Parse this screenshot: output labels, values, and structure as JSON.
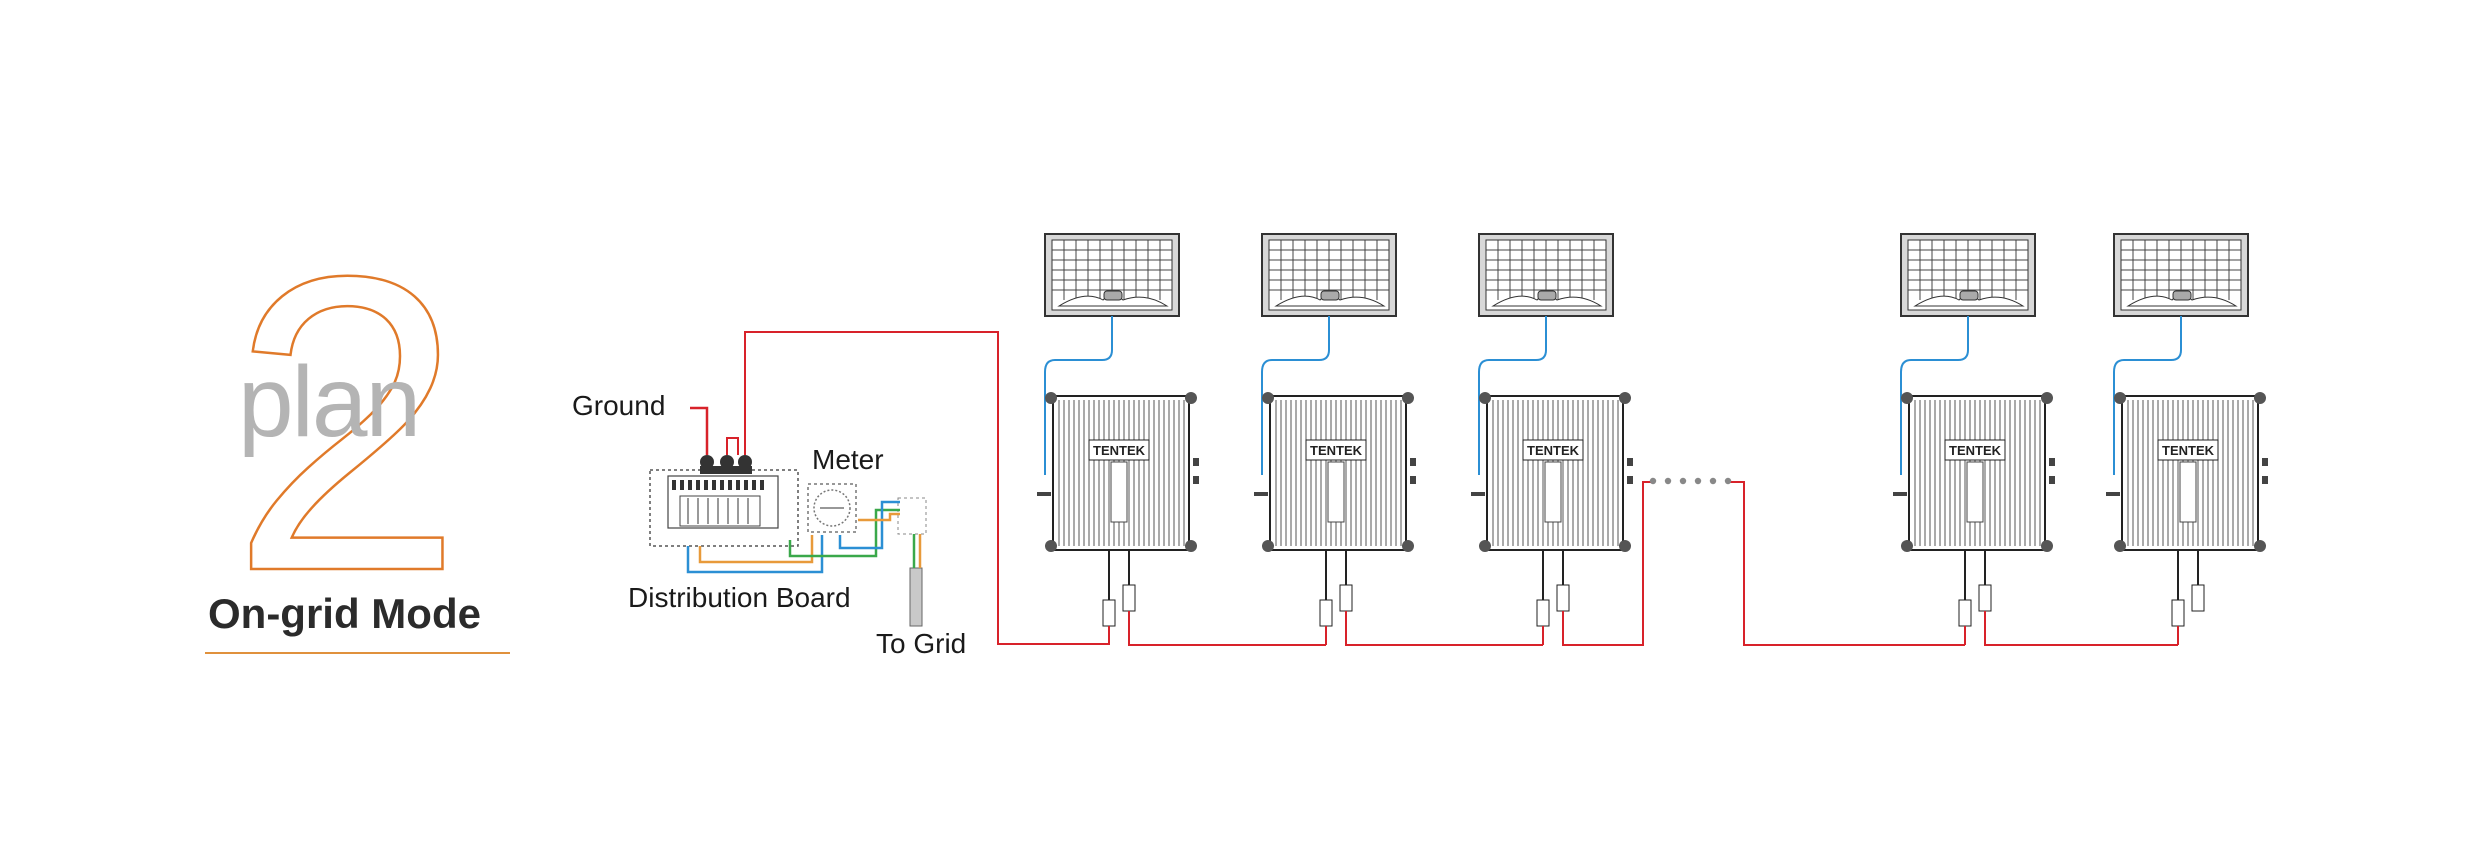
{
  "header": {
    "number": "2",
    "word": "plan",
    "mode_title": "On-grid Mode"
  },
  "labels": {
    "ground": "Ground",
    "meter": "Meter",
    "distribution_board": "Distribution Board",
    "to_grid": "To Grid",
    "brand": "TENTEK"
  },
  "colors": {
    "accent_orange": "#e07a2a",
    "ac_wire_red": "#d8222a",
    "dc_wire_blue": "#2b8fd4",
    "neutral_wire": "#e89a3a",
    "earth_wire": "#3aa84a",
    "line_dark": "#333333",
    "panel_fill": "#d8d8d8"
  },
  "diagram": {
    "units": 5,
    "ellipsis_after_unit": 3
  }
}
